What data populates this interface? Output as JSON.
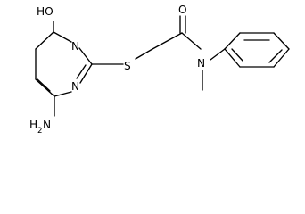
{
  "molecule": {
    "atoms": {
      "hydroxyl": {
        "text": "HO"
      },
      "ring_n_upper": {
        "text": "N"
      },
      "ring_n_lower": {
        "text": "N"
      },
      "amine_h": {
        "text": "H"
      },
      "amine_sub": {
        "text": "2"
      },
      "amine_n": {
        "text": "N"
      },
      "sulfur": {
        "text": "S"
      },
      "carbonyl_o": {
        "text": "O"
      },
      "amide_n": {
        "text": "N"
      }
    }
  }
}
